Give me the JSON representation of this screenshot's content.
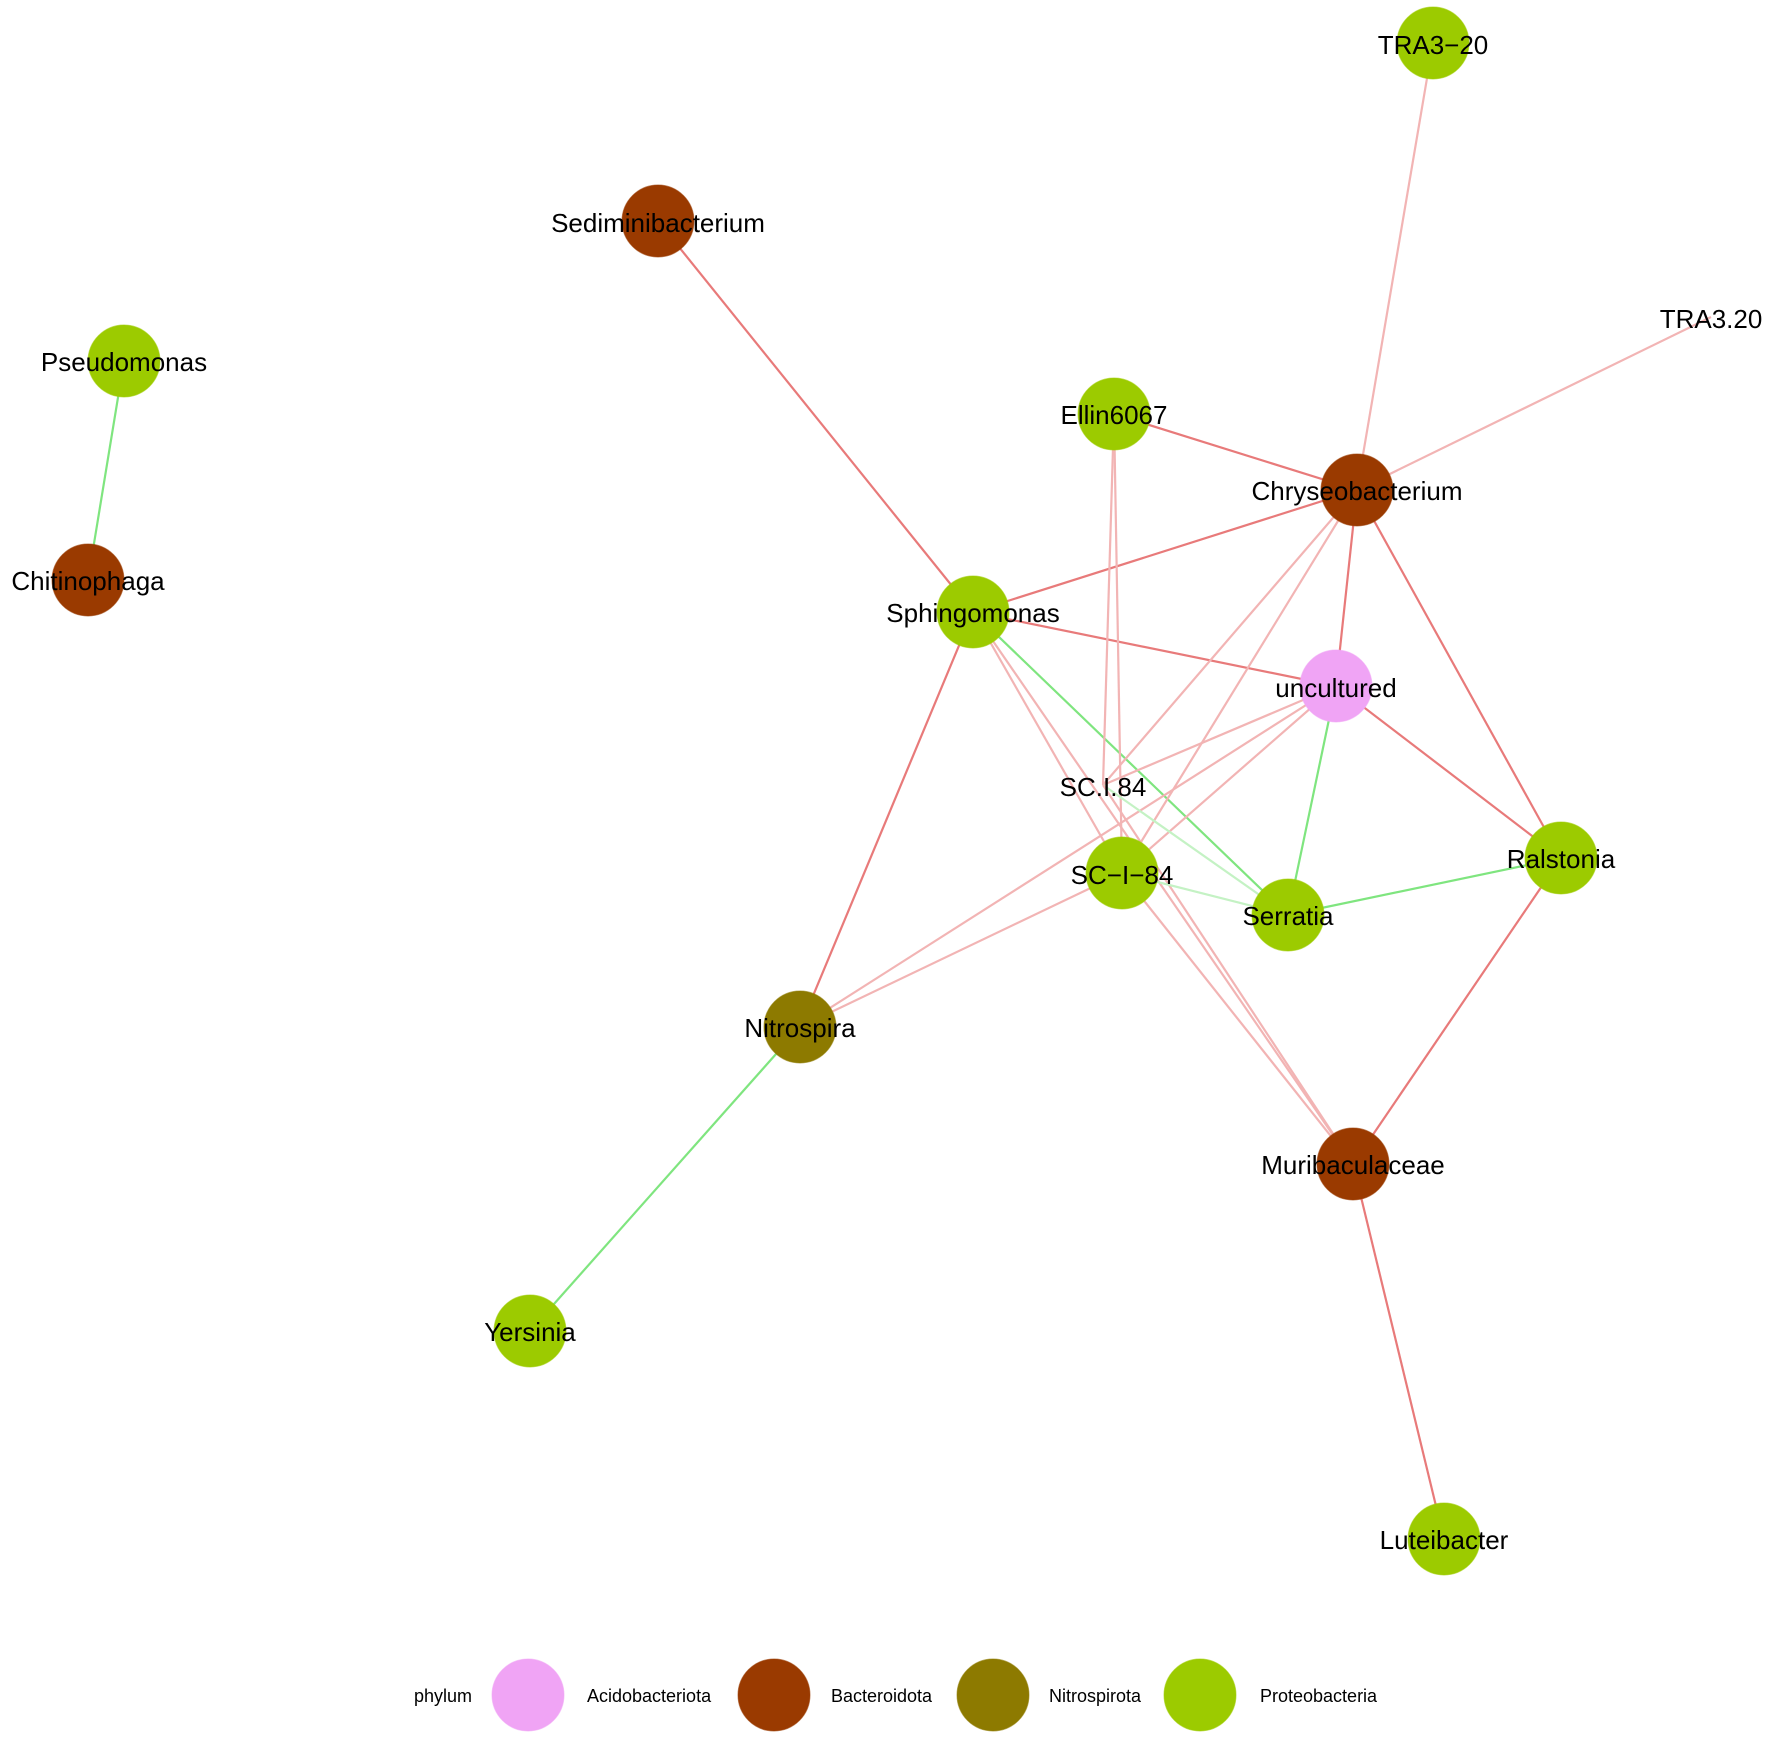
{
  "phylum_colors": {
    "Acidobacteriota": "#F0A4F5",
    "Bacteroidota": "#9A3A00",
    "Nitrospirota": "#8D7A00",
    "Proteobacteria": "#9CCB00"
  },
  "edge_colors": {
    "negative_strong": "#E87A7A",
    "negative_weak": "#F2B4B4",
    "positive_strong": "#7FE57F",
    "positive_weak": "#C4F2C4"
  },
  "nodes": [
    {
      "id": "TRA3-20",
      "label": "TRA3−20",
      "phylum": "Proteobacteria",
      "shown": true
    },
    {
      "id": "TRA3.20",
      "label": "TRA3.20",
      "phylum": "",
      "shown": false
    },
    {
      "id": "Sediminibacterium",
      "label": "Sediminibacterium",
      "phylum": "Bacteroidota",
      "shown": true
    },
    {
      "id": "Pseudomonas",
      "label": "Pseudomonas",
      "phylum": "Proteobacteria",
      "shown": true
    },
    {
      "id": "Ellin6067",
      "label": "Ellin6067",
      "phylum": "Proteobacteria",
      "shown": true
    },
    {
      "id": "Chryseobacterium",
      "label": "Chryseobacterium",
      "phylum": "Bacteroidota",
      "shown": true
    },
    {
      "id": "Chitinophaga",
      "label": "Chitinophaga",
      "phylum": "Bacteroidota",
      "shown": true
    },
    {
      "id": "Sphingomonas",
      "label": "Sphingomonas",
      "phylum": "Proteobacteria",
      "shown": true
    },
    {
      "id": "uncultured",
      "label": "uncultured",
      "phylum": "Acidobacteriota",
      "shown": true
    },
    {
      "id": "SC.I.84",
      "label": "SC.I.84",
      "phylum": "",
      "shown": false
    },
    {
      "id": "SC-I-84",
      "label": "SC−I−84",
      "phylum": "Proteobacteria",
      "shown": true
    },
    {
      "id": "Ralstonia",
      "label": "Ralstonia",
      "phylum": "Proteobacteria",
      "shown": true
    },
    {
      "id": "Serratia",
      "label": "Serratia",
      "phylum": "Proteobacteria",
      "shown": true
    },
    {
      "id": "Nitrospira",
      "label": "Nitrospira",
      "phylum": "Nitrospirota",
      "shown": true
    },
    {
      "id": "Muribaculaceae",
      "label": "Muribaculaceae",
      "phylum": "Bacteroidota",
      "shown": true
    },
    {
      "id": "Yersinia",
      "label": "Yersinia",
      "phylum": "Proteobacteria",
      "shown": true
    },
    {
      "id": "Luteibacter",
      "label": "Luteibacter",
      "phylum": "Proteobacteria",
      "shown": true
    }
  ],
  "edges": [
    {
      "source": "Pseudomonas",
      "target": "Chitinophaga",
      "sign": "positive_strong"
    },
    {
      "source": "TRA3-20",
      "target": "Chryseobacterium",
      "sign": "negative_weak"
    },
    {
      "source": "TRA3.20",
      "target": "Chryseobacterium",
      "sign": "negative_weak"
    },
    {
      "source": "Ellin6067",
      "target": "Chryseobacterium",
      "sign": "negative_strong"
    },
    {
      "source": "Sediminibacterium",
      "target": "Sphingomonas",
      "sign": "negative_strong"
    },
    {
      "source": "Sphingomonas",
      "target": "Chryseobacterium",
      "sign": "negative_strong"
    },
    {
      "source": "Sphingomonas",
      "target": "uncultured",
      "sign": "negative_strong"
    },
    {
      "source": "Sphingomonas",
      "target": "Nitrospira",
      "sign": "negative_strong"
    },
    {
      "source": "Sphingomonas",
      "target": "SC-I-84",
      "sign": "negative_weak"
    },
    {
      "source": "Sphingomonas",
      "target": "Serratia",
      "sign": "positive_strong"
    },
    {
      "source": "Sphingomonas",
      "target": "Muribaculaceae",
      "sign": "negative_weak"
    },
    {
      "source": "Ellin6067",
      "target": "SC-I-84",
      "sign": "negative_weak"
    },
    {
      "source": "Ellin6067",
      "target": "SC.I.84",
      "sign": "negative_weak"
    },
    {
      "source": "Chryseobacterium",
      "target": "uncultured",
      "sign": "negative_strong"
    },
    {
      "source": "Chryseobacterium",
      "target": "Ralstonia",
      "sign": "negative_strong"
    },
    {
      "source": "Chryseobacterium",
      "target": "SC-I-84",
      "sign": "negative_weak"
    },
    {
      "source": "Chryseobacterium",
      "target": "SC.I.84",
      "sign": "negative_weak"
    },
    {
      "source": "uncultured",
      "target": "Ralstonia",
      "sign": "negative_strong"
    },
    {
      "source": "uncultured",
      "target": "Serratia",
      "sign": "positive_strong"
    },
    {
      "source": "uncultured",
      "target": "Nitrospira",
      "sign": "negative_weak"
    },
    {
      "source": "uncultured",
      "target": "SC.I.84",
      "sign": "negative_weak"
    },
    {
      "source": "uncultured",
      "target": "SC-I-84",
      "sign": "negative_weak"
    },
    {
      "source": "SC.I.84",
      "target": "Serratia",
      "sign": "positive_weak"
    },
    {
      "source": "SC.I.84",
      "target": "Muribaculaceae",
      "sign": "negative_weak"
    },
    {
      "source": "SC-I-84",
      "target": "Serratia",
      "sign": "positive_weak"
    },
    {
      "source": "SC-I-84",
      "target": "Nitrospira",
      "sign": "negative_weak"
    },
    {
      "source": "SC-I-84",
      "target": "Muribaculaceae",
      "sign": "negative_weak"
    },
    {
      "source": "Serratia",
      "target": "Ralstonia",
      "sign": "positive_strong"
    },
    {
      "source": "Ralstonia",
      "target": "Muribaculaceae",
      "sign": "negative_strong"
    },
    {
      "source": "Nitrospira",
      "target": "Yersinia",
      "sign": "positive_strong"
    },
    {
      "source": "Muribaculaceae",
      "target": "Luteibacter",
      "sign": "negative_strong"
    }
  ],
  "legend": {
    "title": "phylum",
    "items": [
      "Acidobacteriota",
      "Bacteroidota",
      "Nitrospirota",
      "Proteobacteria"
    ]
  }
}
